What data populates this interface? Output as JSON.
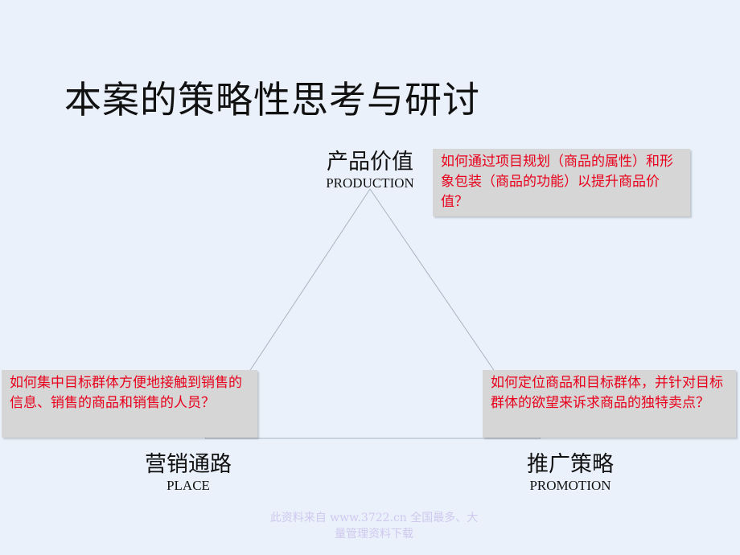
{
  "title": "本案的策略性思考与研讨",
  "nodes": {
    "top": {
      "cn": "产品价值",
      "en": "PRODUCTION"
    },
    "left": {
      "cn": "营销通路",
      "en": "PLACE"
    },
    "right": {
      "cn": "推广策略",
      "en": "PROMOTION"
    }
  },
  "notes": {
    "top": "如何通过项目规划（商品的属性）和形象包装（商品的功能）以提升商品价值？",
    "left": "如何集中目标群体方便地接触到销售的信息、销售的商品和销售的人员？",
    "right": "如何定位商品和目标群体，并针对目标群体的欲望来诉求商品的独特卖点？"
  },
  "watermark": "此资料来自 www.3722.cn 全国最多、大量管理资料下载",
  "colors": {
    "background": "#eaf1fa",
    "note_text": "#e8001c",
    "note_fill": "#d6d6d6",
    "line": "#a8b4c4"
  }
}
